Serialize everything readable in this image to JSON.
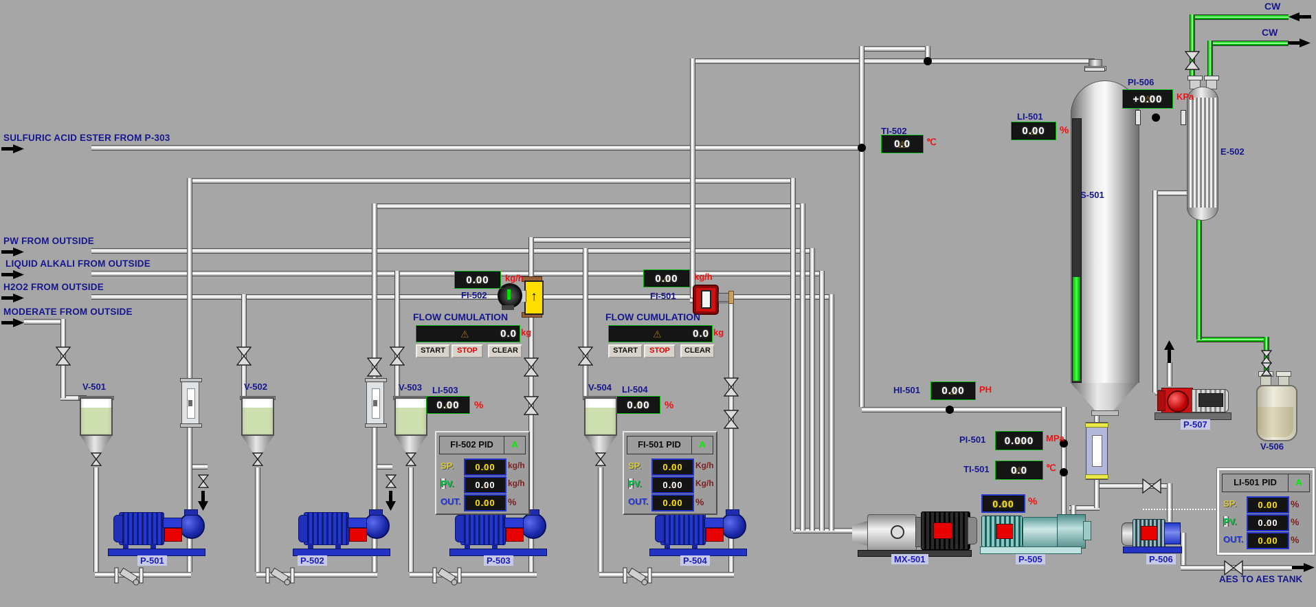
{
  "colors": {
    "background": "#a6a6a6",
    "label_blue": "#16168f",
    "unit_red": "#ee1111",
    "display_border_green": "#00b400",
    "value_white": "#ffffff",
    "value_yellow": "#ffe400",
    "pid_unit_maroon": "#7a1f1f",
    "sp_yellow": "#d8c83c",
    "pv_green": "#00cc44",
    "out_blue": "#2233dd",
    "mode_green": "#00ee00",
    "pump_blue": "#2334c4",
    "alarm_red": "#e00000",
    "cw_green": "#19d219",
    "pump_label_bg": "#c6cae6"
  },
  "feeds": [
    {
      "label": "SULFURIC ACID ESTER FROM P-303"
    },
    {
      "label": "PW FROM OUTSIDE"
    },
    {
      "label": "LIQUID ALKALI FROM OUTSIDE"
    },
    {
      "label": "H2O2 FROM OUTSIDE"
    },
    {
      "label": "MODERATE FROM OUTSIDE"
    }
  ],
  "cw": {
    "in_label": "CW",
    "out_label": "CW"
  },
  "outlet_label": "AES TO AES TANK",
  "equipment": {
    "v501": "V-501",
    "v502": "V-502",
    "v503": "V-503",
    "v504": "V-504",
    "v506": "V-506",
    "p501": "P-501",
    "p502": "P-502",
    "p503": "P-503",
    "p504": "P-504",
    "p505": "P-505",
    "p506": "P-506",
    "p507": "P-507",
    "mx501": "MX-501",
    "s501": "S-501",
    "e502": "E-502"
  },
  "instruments": {
    "fi502": {
      "tag": "FI-502",
      "value": "0.00",
      "unit": "kg/h"
    },
    "fi501": {
      "tag": "FI-501",
      "value": "0.00",
      "unit": "kg/h"
    },
    "li503": {
      "tag": "LI-503",
      "value": "0.00",
      "unit": "%"
    },
    "li504": {
      "tag": "LI-504",
      "value": "0.00",
      "unit": "%"
    },
    "li501": {
      "tag": "LI-501",
      "value": "0.00",
      "unit": "%"
    },
    "ti502": {
      "tag": "TI-502",
      "value": "0.0",
      "unit": "℃"
    },
    "ti501": {
      "tag": "TI-501",
      "value": "0.0",
      "unit": "℃"
    },
    "pi501": {
      "tag": "PI-501",
      "value": "0.000",
      "unit": "MPa"
    },
    "pi506": {
      "tag": "PI-506",
      "value": "+0.00",
      "unit": "KPa"
    },
    "hi501": {
      "tag": "HI-501",
      "value": "0.00",
      "unit": "PH"
    },
    "p505_speed": {
      "value": "0.00",
      "unit": "%"
    }
  },
  "cumulation": {
    "fi502": {
      "title": "FLOW CUMULATION",
      "value": "0.0",
      "unit": "kg",
      "start": "START",
      "stop": "STOP",
      "clear": "CLEAR"
    },
    "fi501": {
      "title": "FLOW CUMULATION",
      "value": "0.0",
      "unit": "kg",
      "start": "START",
      "stop": "STOP",
      "clear": "CLEAR"
    }
  },
  "pid": {
    "fi502": {
      "title": "FI-502 PID",
      "mode": "A",
      "sp": {
        "label": "SP.",
        "value": "0.00",
        "unit": "kg/h"
      },
      "pv": {
        "label": "PV.",
        "value": "0.00",
        "unit": "kg/h"
      },
      "out": {
        "label": "OUT.",
        "value": "0.00",
        "unit": "%"
      }
    },
    "fi501": {
      "title": "FI-501 PID",
      "mode": "A",
      "sp": {
        "label": "SP.",
        "value": "0.00",
        "unit": "Kg/h"
      },
      "pv": {
        "label": "PV.",
        "value": "0.00",
        "unit": "Kg/h"
      },
      "out": {
        "label": "OUT.",
        "value": "0.00",
        "unit": "%"
      }
    },
    "li501": {
      "title": "LI-501 PID",
      "mode": "A",
      "sp": {
        "label": "SP.",
        "value": "0.00",
        "unit": "%"
      },
      "pv": {
        "label": "PV.",
        "value": "0.00",
        "unit": "%"
      },
      "out": {
        "label": "OUT.",
        "value": "0.00",
        "unit": "%"
      }
    }
  }
}
